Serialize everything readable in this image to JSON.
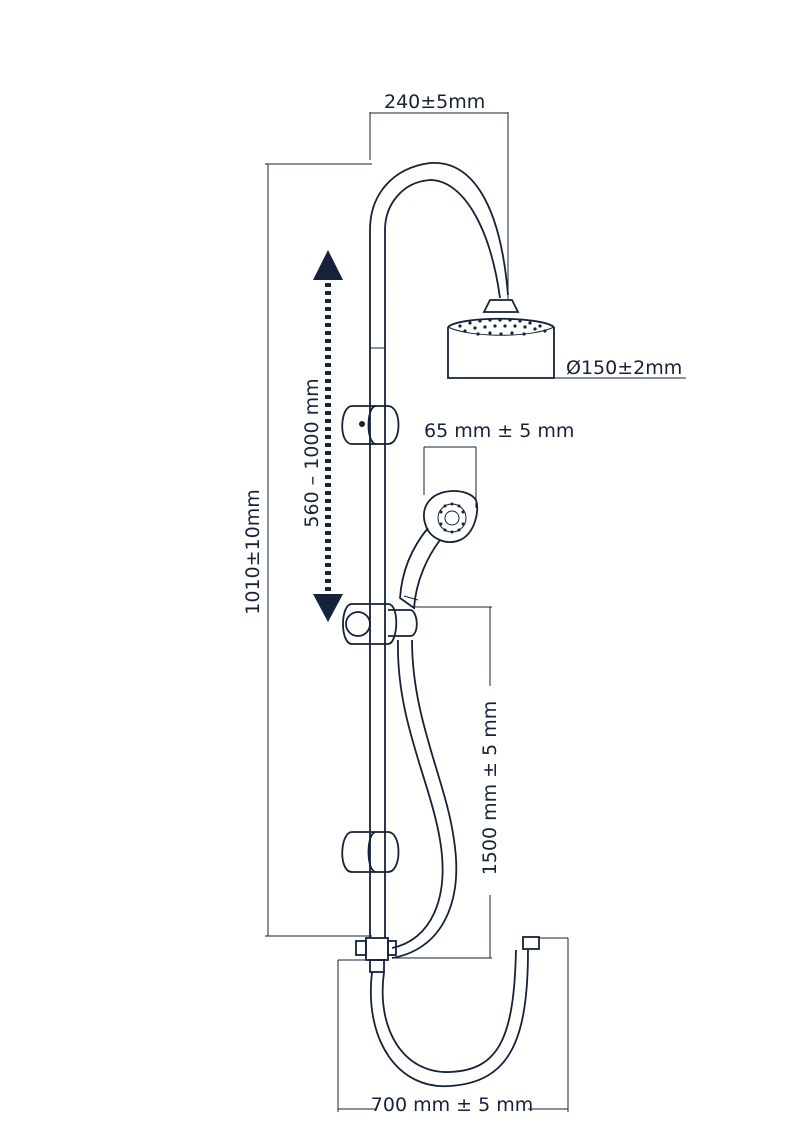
{
  "dimensions": {
    "arm_reach": "240±5mm",
    "head_diameter": "Ø150±2mm",
    "handshower_width": "65 mm ± 5 mm",
    "slider_range": "560 – 1000 mm",
    "rail_height": "1010±10mm",
    "hose_length": "1500 mm ± 5 mm",
    "bottom_hose": "700 mm ± 5 mm"
  },
  "colors": {
    "line": "#16213a",
    "arrow": "#16213a",
    "background": "#ffffff"
  }
}
